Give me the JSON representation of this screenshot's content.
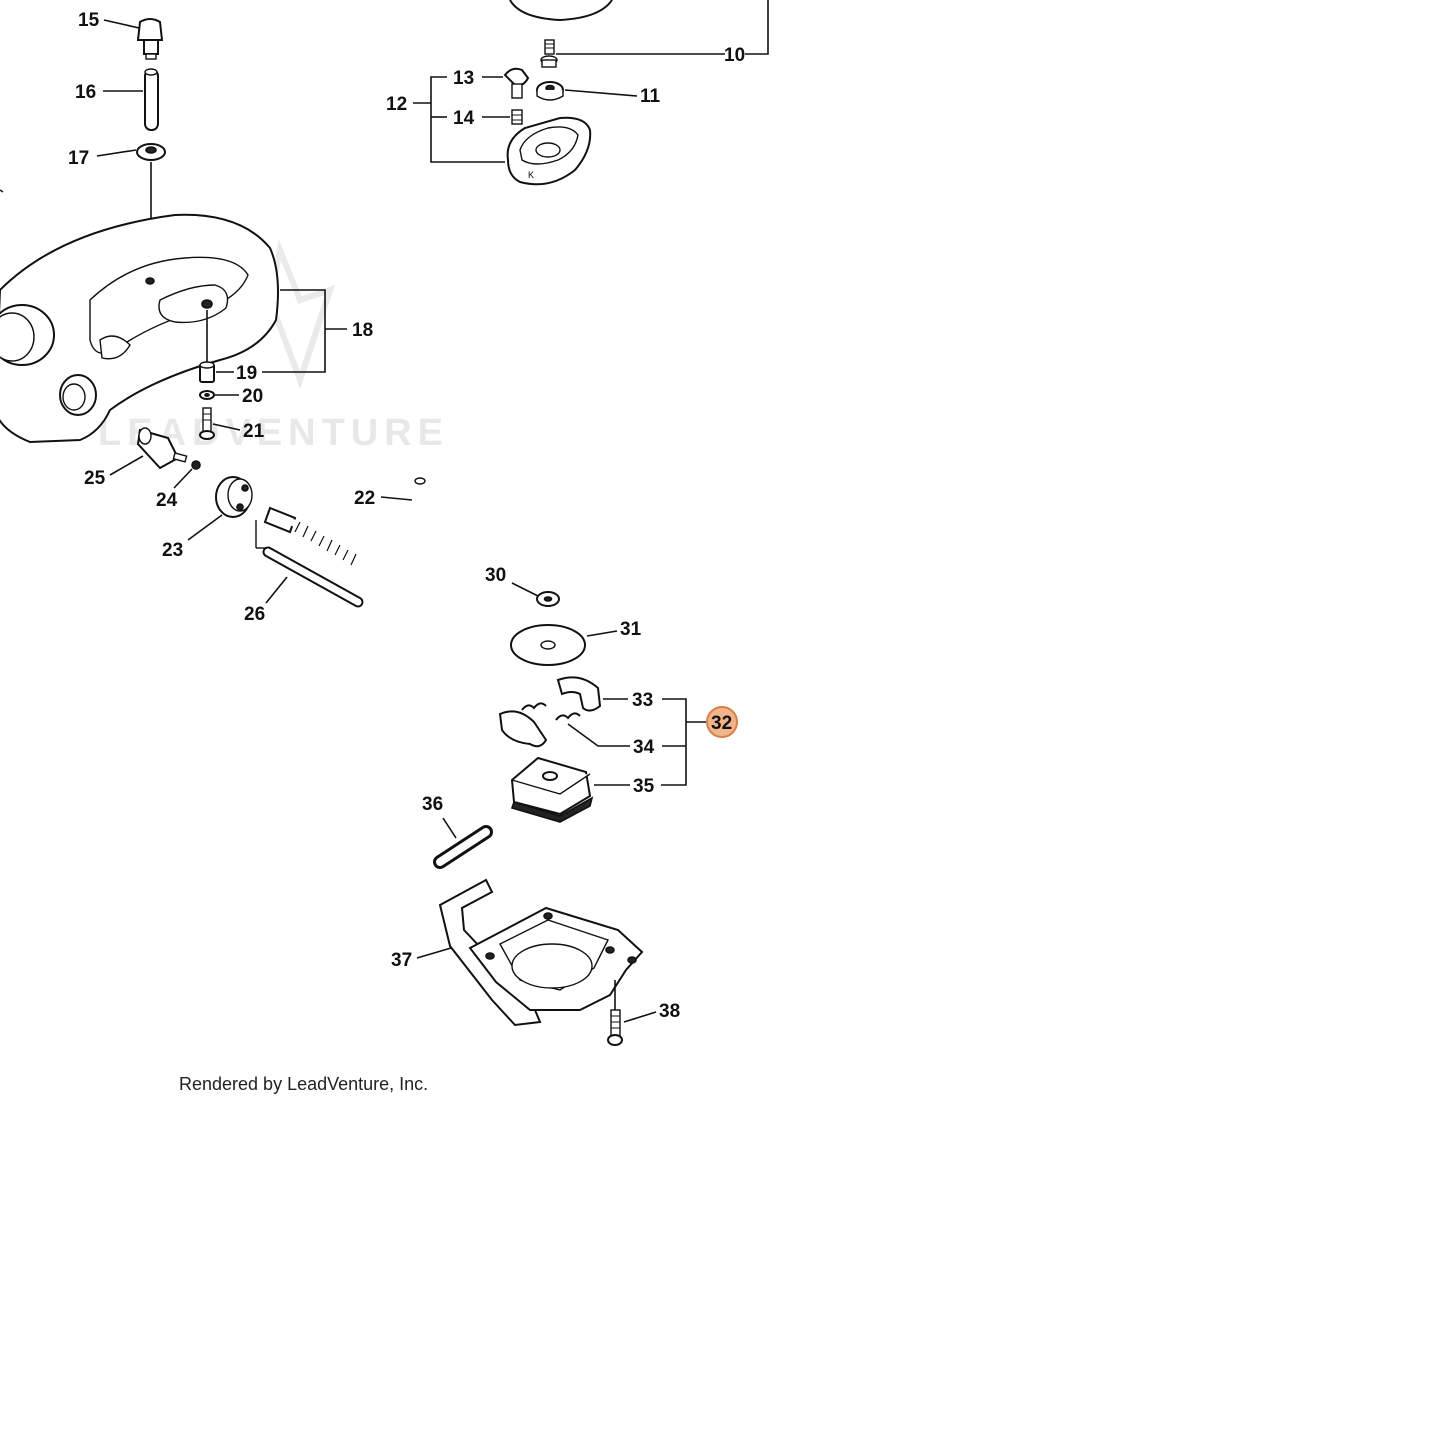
{
  "diagram": {
    "watermark": "LEADVENTURE",
    "footer": "Rendered by LeadVenture, Inc.",
    "selected_color": "#f2b48a",
    "callouts": {
      "c10": "10",
      "c11": "11",
      "c12": "12",
      "c13": "13",
      "c14": "14",
      "c15": "15",
      "c16": "16",
      "c17": "17",
      "c18": "18",
      "c19": "19",
      "c20": "20",
      "c21": "21",
      "c22": "22",
      "c23": "23",
      "c24": "24",
      "c25": "25",
      "c26": "26",
      "c30": "30",
      "c31": "31",
      "c32": "32",
      "c33": "33",
      "c34": "34",
      "c35": "35",
      "c36": "36",
      "c37": "37",
      "c38": "38"
    },
    "selected_callout": "32"
  }
}
